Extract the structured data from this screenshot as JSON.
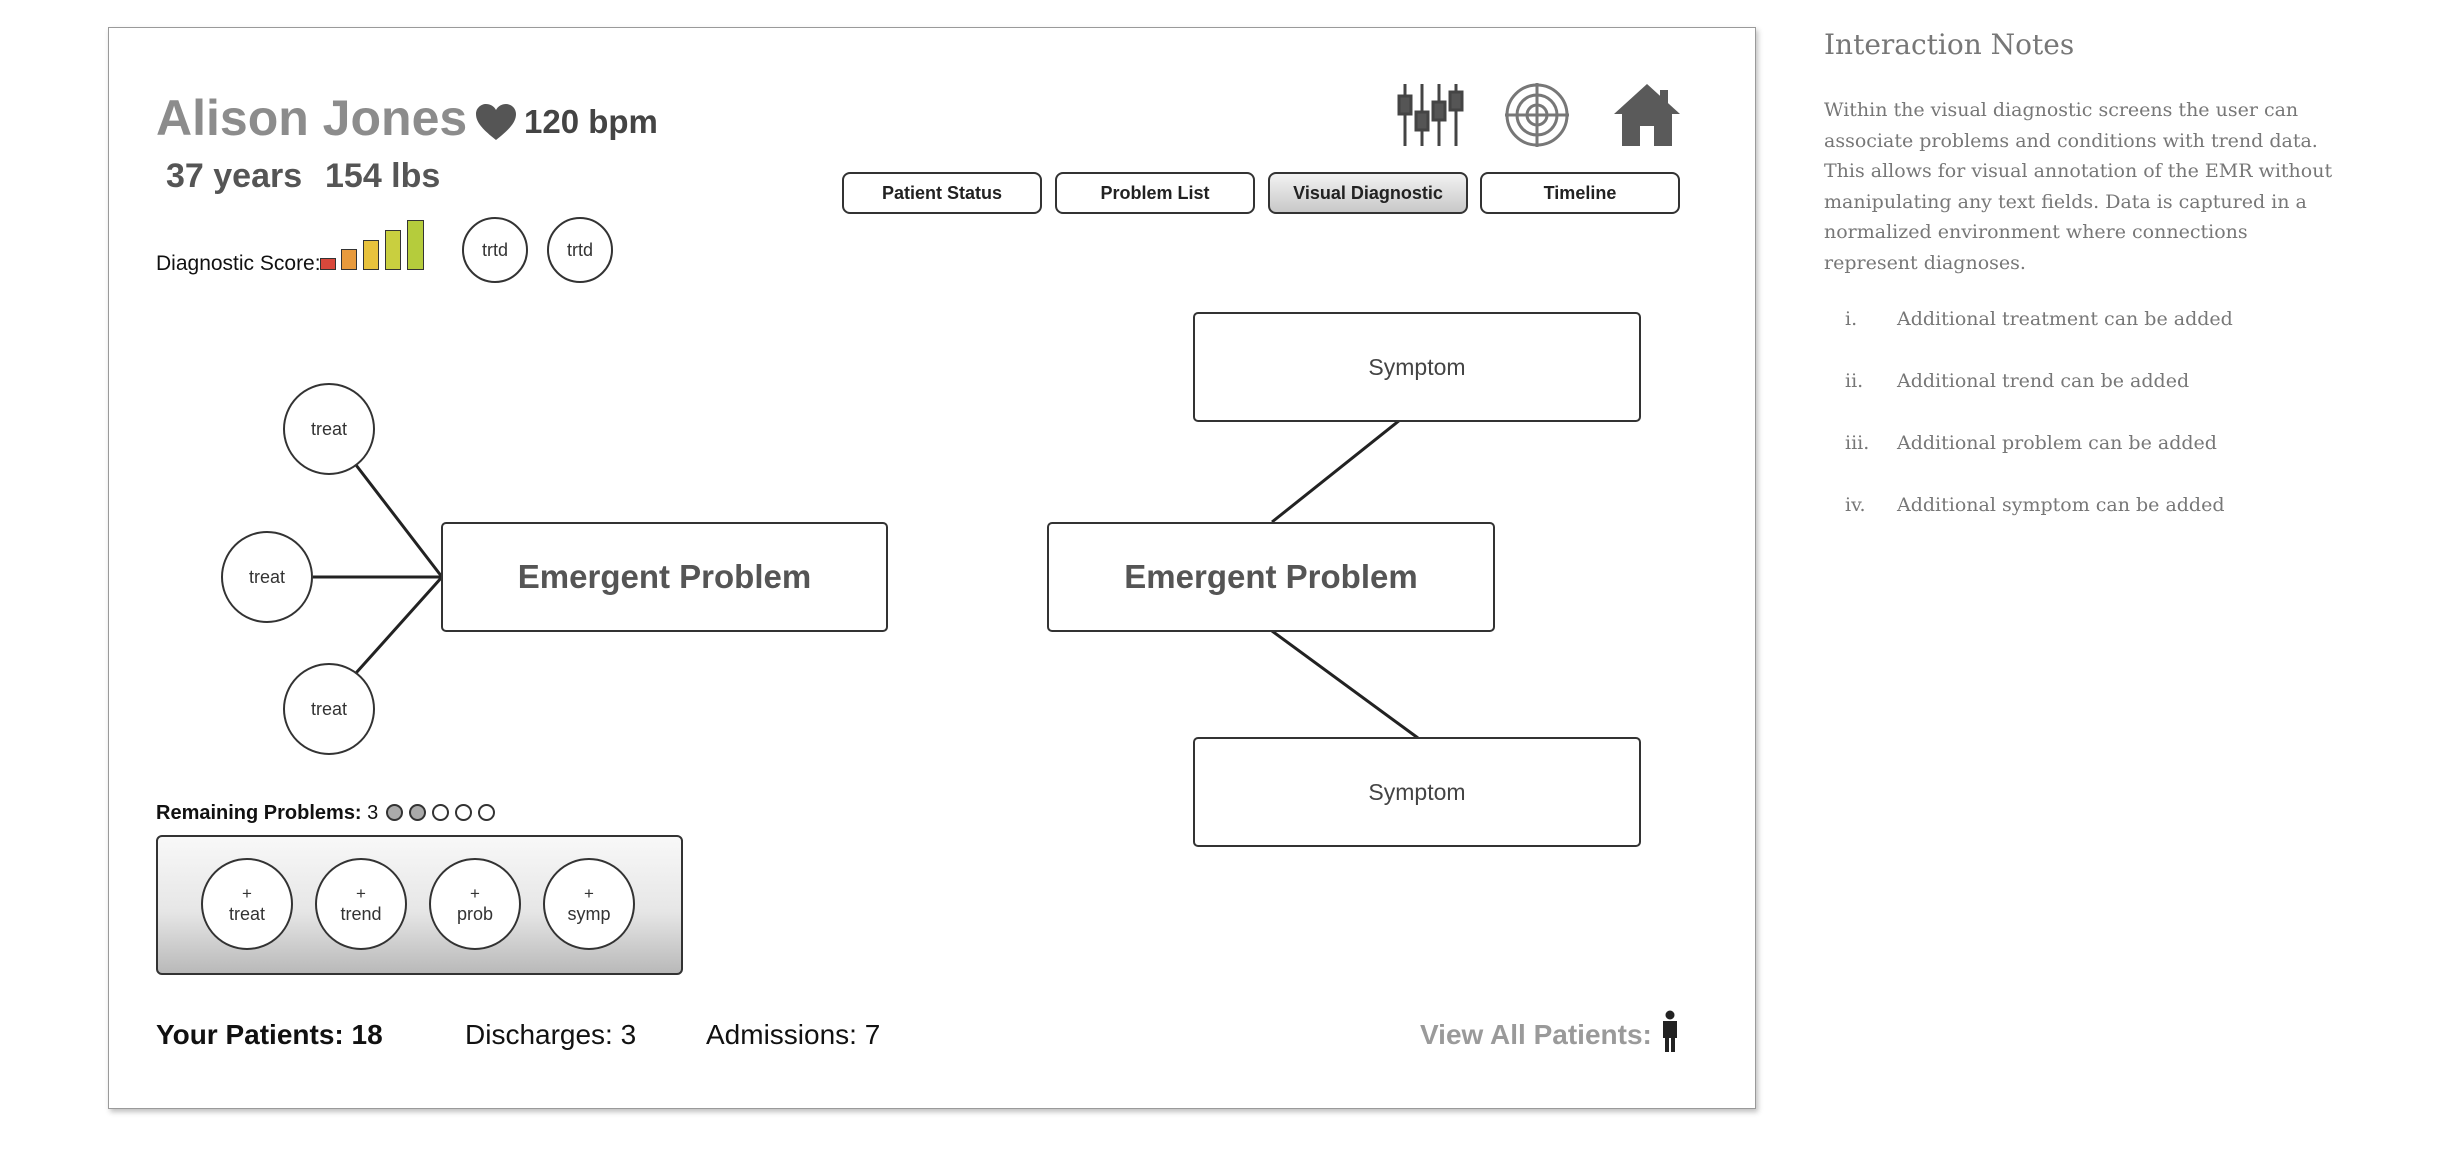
{
  "patient": {
    "name": "Alison Jones",
    "heart_rate": "120 bpm",
    "age": "37 years",
    "weight": "154 lbs"
  },
  "diagnostic": {
    "label": "Diagnostic Score:",
    "bar_colors": [
      "#d9483b",
      "#e89a3c",
      "#e8c23c",
      "#c9cf3f",
      "#b5cc3c"
    ],
    "trends": [
      "trtd",
      "trtd"
    ]
  },
  "toolbar": {
    "icons": [
      "sliders-icon",
      "target-icon",
      "home-icon"
    ]
  },
  "tabs": [
    {
      "label": "Patient Status",
      "active": false
    },
    {
      "label": "Problem List",
      "active": false
    },
    {
      "label": "Visual Diagnostic",
      "active": true
    },
    {
      "label": "Timeline",
      "active": false
    }
  ],
  "left_diagram": {
    "treatments": [
      "treat",
      "treat",
      "treat"
    ],
    "problem": "Emergent Problem"
  },
  "right_diagram": {
    "problem": "Emergent Problem",
    "symptom_top": "Symptom",
    "symptom_bottom": "Symptom"
  },
  "remaining": {
    "label": "Remaining Problems:",
    "count": "3",
    "dots_filled": 2,
    "dots_total": 5
  },
  "tray": {
    "buttons": [
      {
        "plus": "+",
        "label": "treat"
      },
      {
        "plus": "+",
        "label": "trend"
      },
      {
        "plus": "+",
        "label": "prob"
      },
      {
        "plus": "+",
        "label": "symp"
      }
    ]
  },
  "footer": {
    "your_patients": "Your Patients: 18",
    "discharges": "Discharges: 3",
    "admissions": "Admissions: 7",
    "view_all": "View All Patients:"
  },
  "notes": {
    "title": "Interaction Notes",
    "body": "Within the visual diagnostic screens the user can associate problems and conditions with trend data. This allows for visual annotation of the EMR without manipulating any text fields. Data is captured in a normalized environment where connections represent diagnoses.",
    "items": [
      {
        "num": "i.",
        "text": "Additional treatment can be added"
      },
      {
        "num": "ii.",
        "text": "Additional trend can be added"
      },
      {
        "num": "iii.",
        "text": "Additional problem can be added"
      },
      {
        "num": "iv.",
        "text": "Additional symptom can be added"
      }
    ]
  }
}
